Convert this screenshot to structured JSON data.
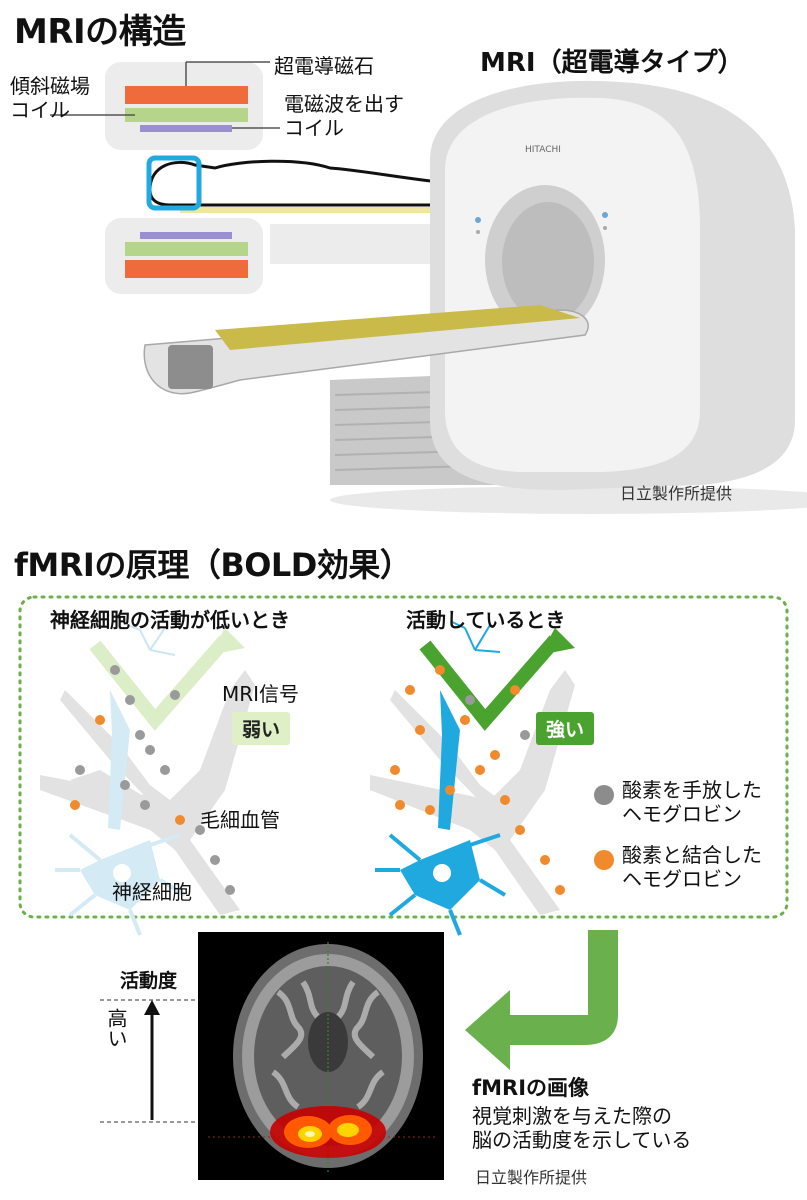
{
  "section1": {
    "title": "MRIの構造",
    "labels": {
      "magnet": "超電導磁石",
      "gradient_coil": "傾斜磁場\nコイル",
      "rf_coil": "電磁波を出す\nコイル"
    },
    "machine_title": "MRI（超電導タイプ）",
    "brand": "HITACHI",
    "credit": "日立製作所提供",
    "colors": {
      "magnet": "#ef6b3c",
      "gradient": "#b5d68a",
      "rf": "#9a8fd0",
      "cradle": "#c9ba4a"
    }
  },
  "section2": {
    "title": "fMRIの原理（BOLD効果）",
    "low": {
      "heading": "神経細胞の活動が低いとき",
      "signal_label": "MRI信号",
      "signal_value": "弱い",
      "capillary_label": "毛細血管",
      "neuron_label": "神経細胞"
    },
    "high": {
      "heading": "活動しているとき",
      "signal_value": "強い"
    },
    "legend": [
      {
        "color": "#8c8c8c",
        "label": "酸素を手放した\nヘモグロビン"
      },
      {
        "color": "#f08a2c",
        "label": "酸素と結合した\nヘモグロビン"
      }
    ],
    "colors": {
      "frame": "#6ab04c",
      "weak_badge": "#dff0c6",
      "strong_badge": "#4aa32e",
      "neuron_low": "#cce8f6",
      "neuron_high": "#1fa9df"
    }
  },
  "section3": {
    "activity_label": "活動度",
    "high_label": "高い",
    "image_title": "fMRIの画像",
    "caption": "視覚刺激を与えた際の\n脳の活動度を示している",
    "credit": "日立製作所提供"
  }
}
